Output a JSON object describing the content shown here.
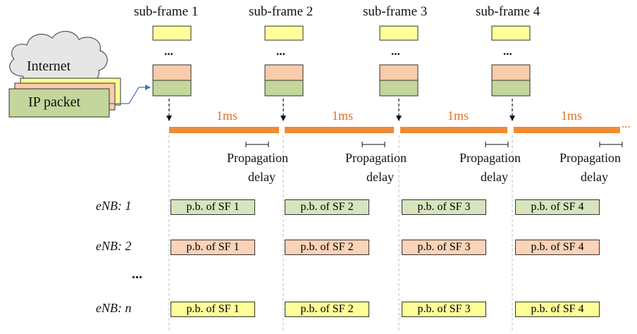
{
  "diagram": {
    "subframes": [
      {
        "label": "sub-frame 1",
        "ellipsis": "..."
      },
      {
        "label": "sub-frame 2",
        "ellipsis": "..."
      },
      {
        "label": "sub-frame 3",
        "ellipsis": "..."
      },
      {
        "label": "sub-frame 4",
        "ellipsis": "..."
      }
    ],
    "timeline": {
      "segment_label": "1ms",
      "trailing": "...",
      "propagation_label_line1": "Propagation",
      "propagation_label_line2": "delay"
    },
    "internet": {
      "cloud_label": "Internet",
      "packet_label": "IP packet"
    },
    "enb_rows": [
      {
        "label": "eNB: 1",
        "cells": [
          "p.b. of SF 1",
          "p.b. of SF 2",
          "p.b. of SF 3",
          "p.b. of SF 4"
        ]
      },
      {
        "label": "eNB: 2",
        "cells": [
          "p.b. of SF 1",
          "p.b. of SF 2",
          "p.b. of SF 3",
          "p.b. of SF 4"
        ]
      },
      {
        "label": "eNB: n",
        "cells": [
          "p.b. of SF 1",
          "p.b. of SF 2",
          "p.b. of SF 3",
          "p.b. of SF 4"
        ]
      }
    ],
    "rows_ellipsis": "...",
    "colors": {
      "timeline": "#F08A35",
      "ms_text": "#E07020",
      "subframe_yellow": "#FFFF99",
      "peach": "#F9CBAA",
      "green": "#C3D69B",
      "enb1_fill": "#D7E4BD",
      "enb2_fill": "#FAD3B8",
      "enbn_fill": "#FFFF99",
      "packet_green": "#C3D69B",
      "arrow_blue": "#4472C4"
    }
  }
}
